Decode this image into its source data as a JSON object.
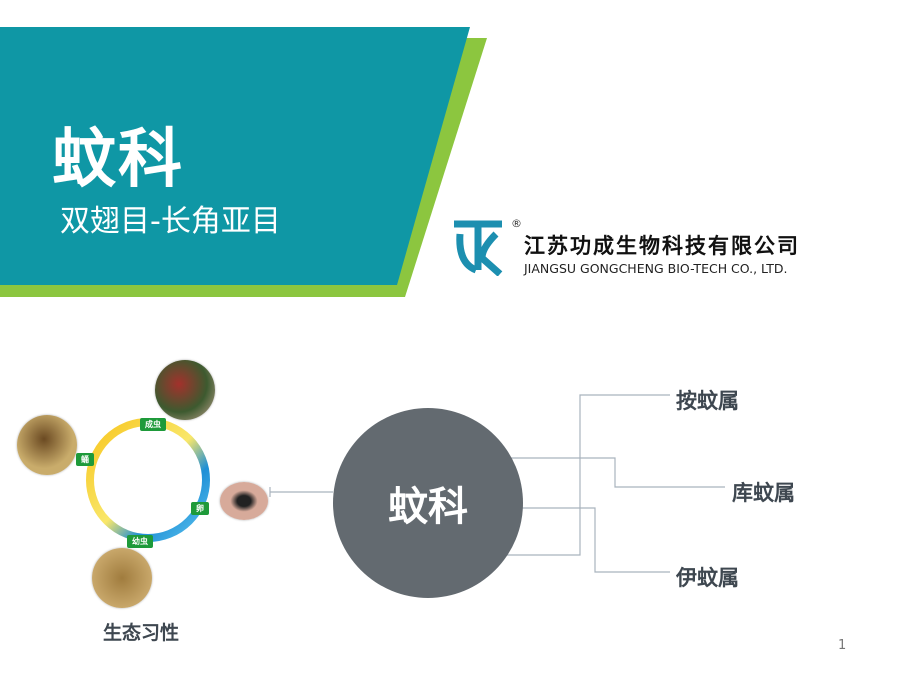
{
  "header": {
    "title": "蚊科",
    "subtitle": "双翅目-长角亚目"
  },
  "logo": {
    "name_cn": "江苏功成生物科技有限公司",
    "name_en": "JIANGSU GONGCHENG BIO-TECH CO., LTD.",
    "registered": "®"
  },
  "diagram": {
    "center": "蚊科",
    "genera": [
      "按蚊属",
      "库蚊属",
      "伊蚊属"
    ]
  },
  "life_cycle": {
    "stages": [
      "成虫",
      "蛹",
      "卵",
      "幼虫"
    ],
    "caption": "生态习性"
  },
  "colors": {
    "teal": "#0f97a5",
    "green": "#8cc63f",
    "circle": "#636a70"
  },
  "page_number": "1"
}
